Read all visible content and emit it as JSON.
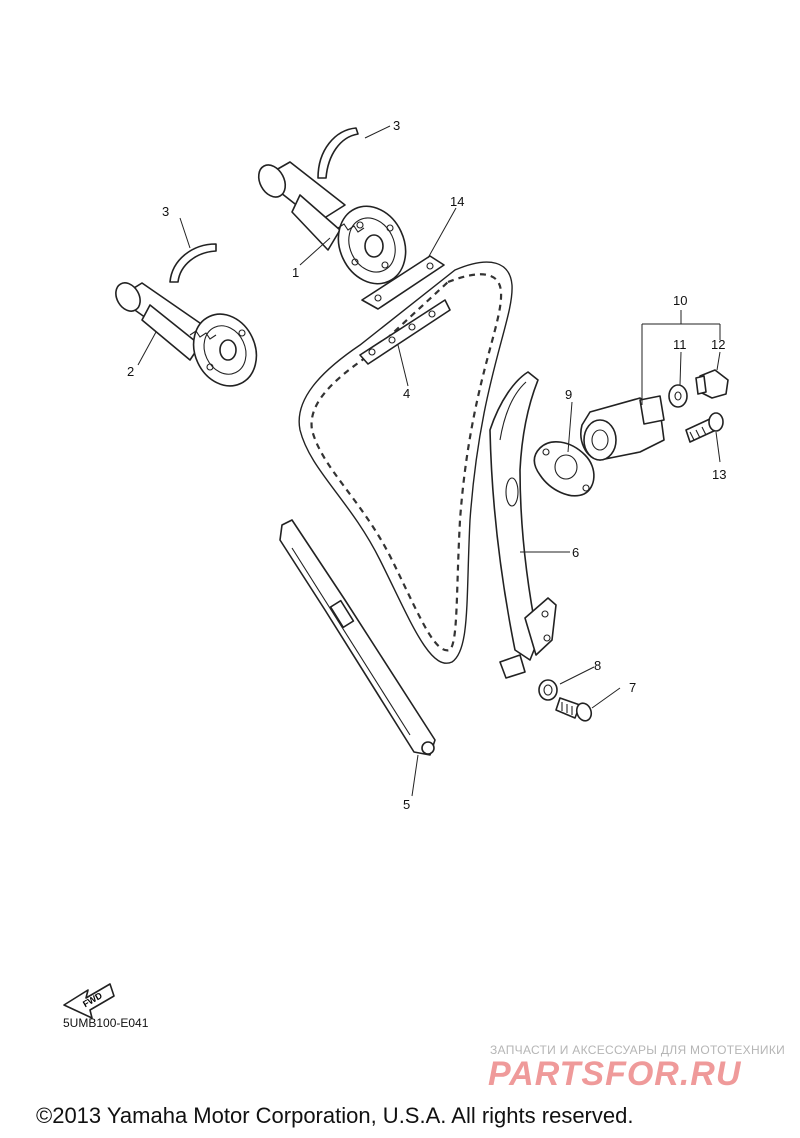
{
  "callouts": {
    "p1": "1",
    "p2": "2",
    "p3a": "3",
    "p3b": "3",
    "p4": "4",
    "p5": "5",
    "p6": "6",
    "p7": "7",
    "p8": "8",
    "p9": "9",
    "p10": "10",
    "p11": "11",
    "p12": "12",
    "p13": "13",
    "p14": "14"
  },
  "fwd_label": "FWD",
  "diagram_code": "5UMB100-E041",
  "watermark": {
    "tagline": "ЗАПЧАСТИ И АКСЕССУАРЫ ДЛЯ МОТОТЕХНИКИ",
    "logo": "PARTSFOR.RU"
  },
  "copyright": "©2013 Yamaha Motor Corporation, U.S.A. All rights reserved."
}
